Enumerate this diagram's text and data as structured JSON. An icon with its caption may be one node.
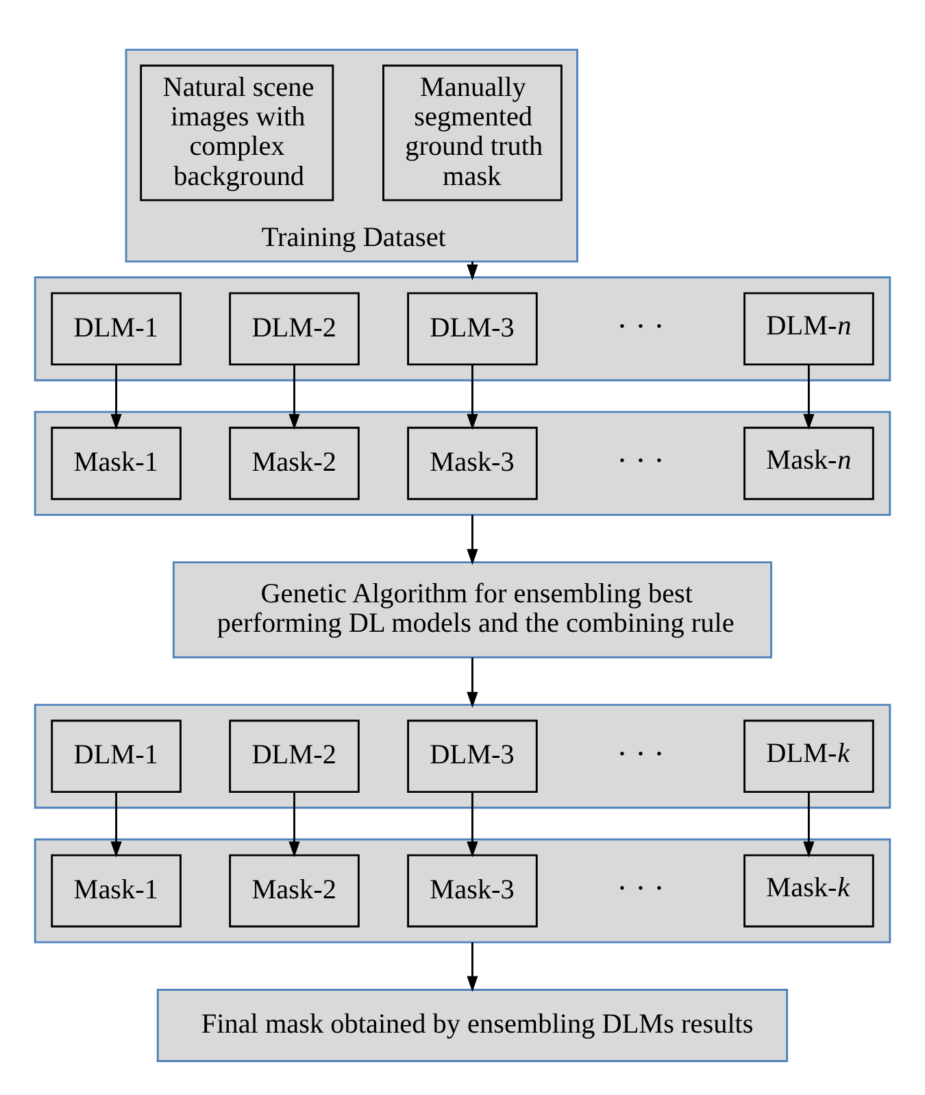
{
  "diagram": {
    "nodes": [
      {
        "text": [
          "Training Dataset"
        ]
      },
      {
        "text": [
          "Natural scene images with complex background"
        ],
        "in": 0
      },
      {
        "text": [
          "Manually segmented ground truth mask"
        ],
        "in": 0
      },
      {
        "text": [],
        "shape": "box"
      },
      {
        "text": [
          "DLM-1"
        ],
        "in": 3
      },
      {
        "text": [
          "DLM-2"
        ],
        "in": 3
      },
      {
        "text": [
          "DLM-3"
        ],
        "in": 3
      },
      {
        "text": [
          "DLM-*n*"
        ],
        "in": 3
      },
      {
        "text": [],
        "shape": "box"
      },
      {
        "text": [
          "Mask-1"
        ],
        "in": 8
      },
      {
        "text": [
          "Mask-2"
        ],
        "in": 8
      },
      {
        "text": [
          "Mask-3"
        ],
        "in": 8
      },
      {
        "text": [
          "Mask-*n*"
        ],
        "in": 8
      },
      {
        "text": [
          "Genetic Algorithm for ensembling best performing DL models and the combining rule"
        ]
      },
      {
        "text": [],
        "shape": "box"
      },
      {
        "text": [
          "DLM-1"
        ],
        "in": 14
      },
      {
        "text": [
          "DLM-2"
        ],
        "in": 14
      },
      {
        "text": [
          "DLM-3"
        ],
        "in": 14
      },
      {
        "text": [
          "DLM-*k*"
        ],
        "in": 14
      },
      {
        "text": [],
        "shape": "box"
      },
      {
        "text": [
          "Mask-1"
        ],
        "in": 19
      },
      {
        "text": [
          "Mask-2"
        ],
        "in": 19
      },
      {
        "text": [
          "Mask-3"
        ],
        "in": 19
      },
      {
        "text": [
          "Mask-*k*"
        ],
        "in": 19
      },
      {
        "text": [
          "Final mask obtained by ensembling DLMs results"
        ]
      }
    ],
    "edges": [
      {
        "from": 0,
        "to": 3,
        "arrow": "to"
      },
      {
        "from": 4,
        "to": 9,
        "arrow": "to"
      },
      {
        "from": 5,
        "to": 10,
        "arrow": "to"
      },
      {
        "from": 6,
        "to": 11,
        "arrow": "to"
      },
      {
        "from": 7,
        "to": 12,
        "arrow": "to"
      },
      {
        "from": 8,
        "to": 13,
        "arrow": "to"
      },
      {
        "from": 13,
        "to": 14,
        "arrow": "to"
      },
      {
        "from": 15,
        "to": 20,
        "arrow": "to"
      },
      {
        "from": 16,
        "to": 21,
        "arrow": "to"
      },
      {
        "from": 17,
        "to": 22,
        "arrow": "to"
      },
      {
        "from": 18,
        "to": 23,
        "arrow": "to"
      },
      {
        "from": 19,
        "to": 24,
        "arrow": "to"
      }
    ],
    "labels": [
      "· · ·",
      "· · ·",
      "· · ·",
      "· · ·"
    ]
  }
}
